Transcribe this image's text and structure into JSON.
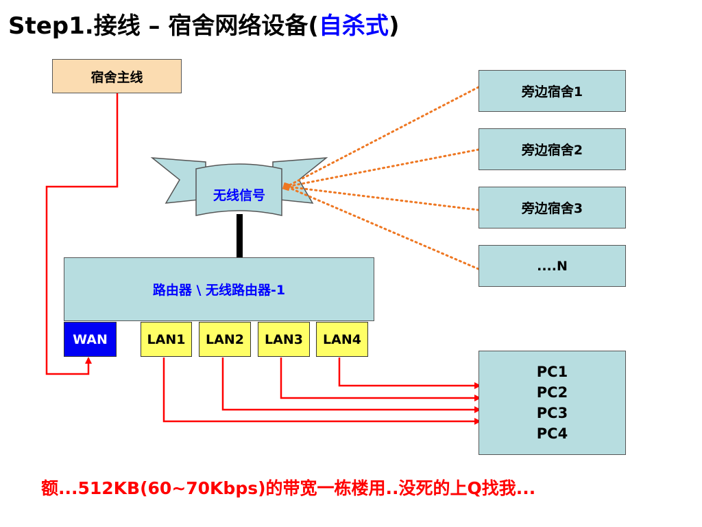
{
  "title": {
    "prefix": "Step1.接线 – 宿舍网络设备(",
    "accent": "自杀式",
    "suffix": ")"
  },
  "main_line": "宿舍主线",
  "wireless_signal": "无线信号",
  "router": "路由器 \\ 无线路由器-1",
  "ports": {
    "wan": "WAN",
    "lan": [
      "LAN1",
      "LAN2",
      "LAN3",
      "LAN4"
    ]
  },
  "dorms": [
    "旁边宿舍1",
    "旁边宿舍2",
    "旁边宿舍3",
    "....N"
  ],
  "pcs": [
    "PC1",
    "PC2",
    "PC3",
    "PC4"
  ],
  "footer": "额...512KB(60~70Kbps)的带宽一栋楼用..没死的上Q找我...",
  "colors": {
    "wire": "#ff0000",
    "wireless_link": "#ee7722",
    "box_fill": "#b7dde0",
    "main_line_fill": "#fbdcb1",
    "wan_fill": "#0000f5",
    "lan_fill": "#ffff66"
  }
}
